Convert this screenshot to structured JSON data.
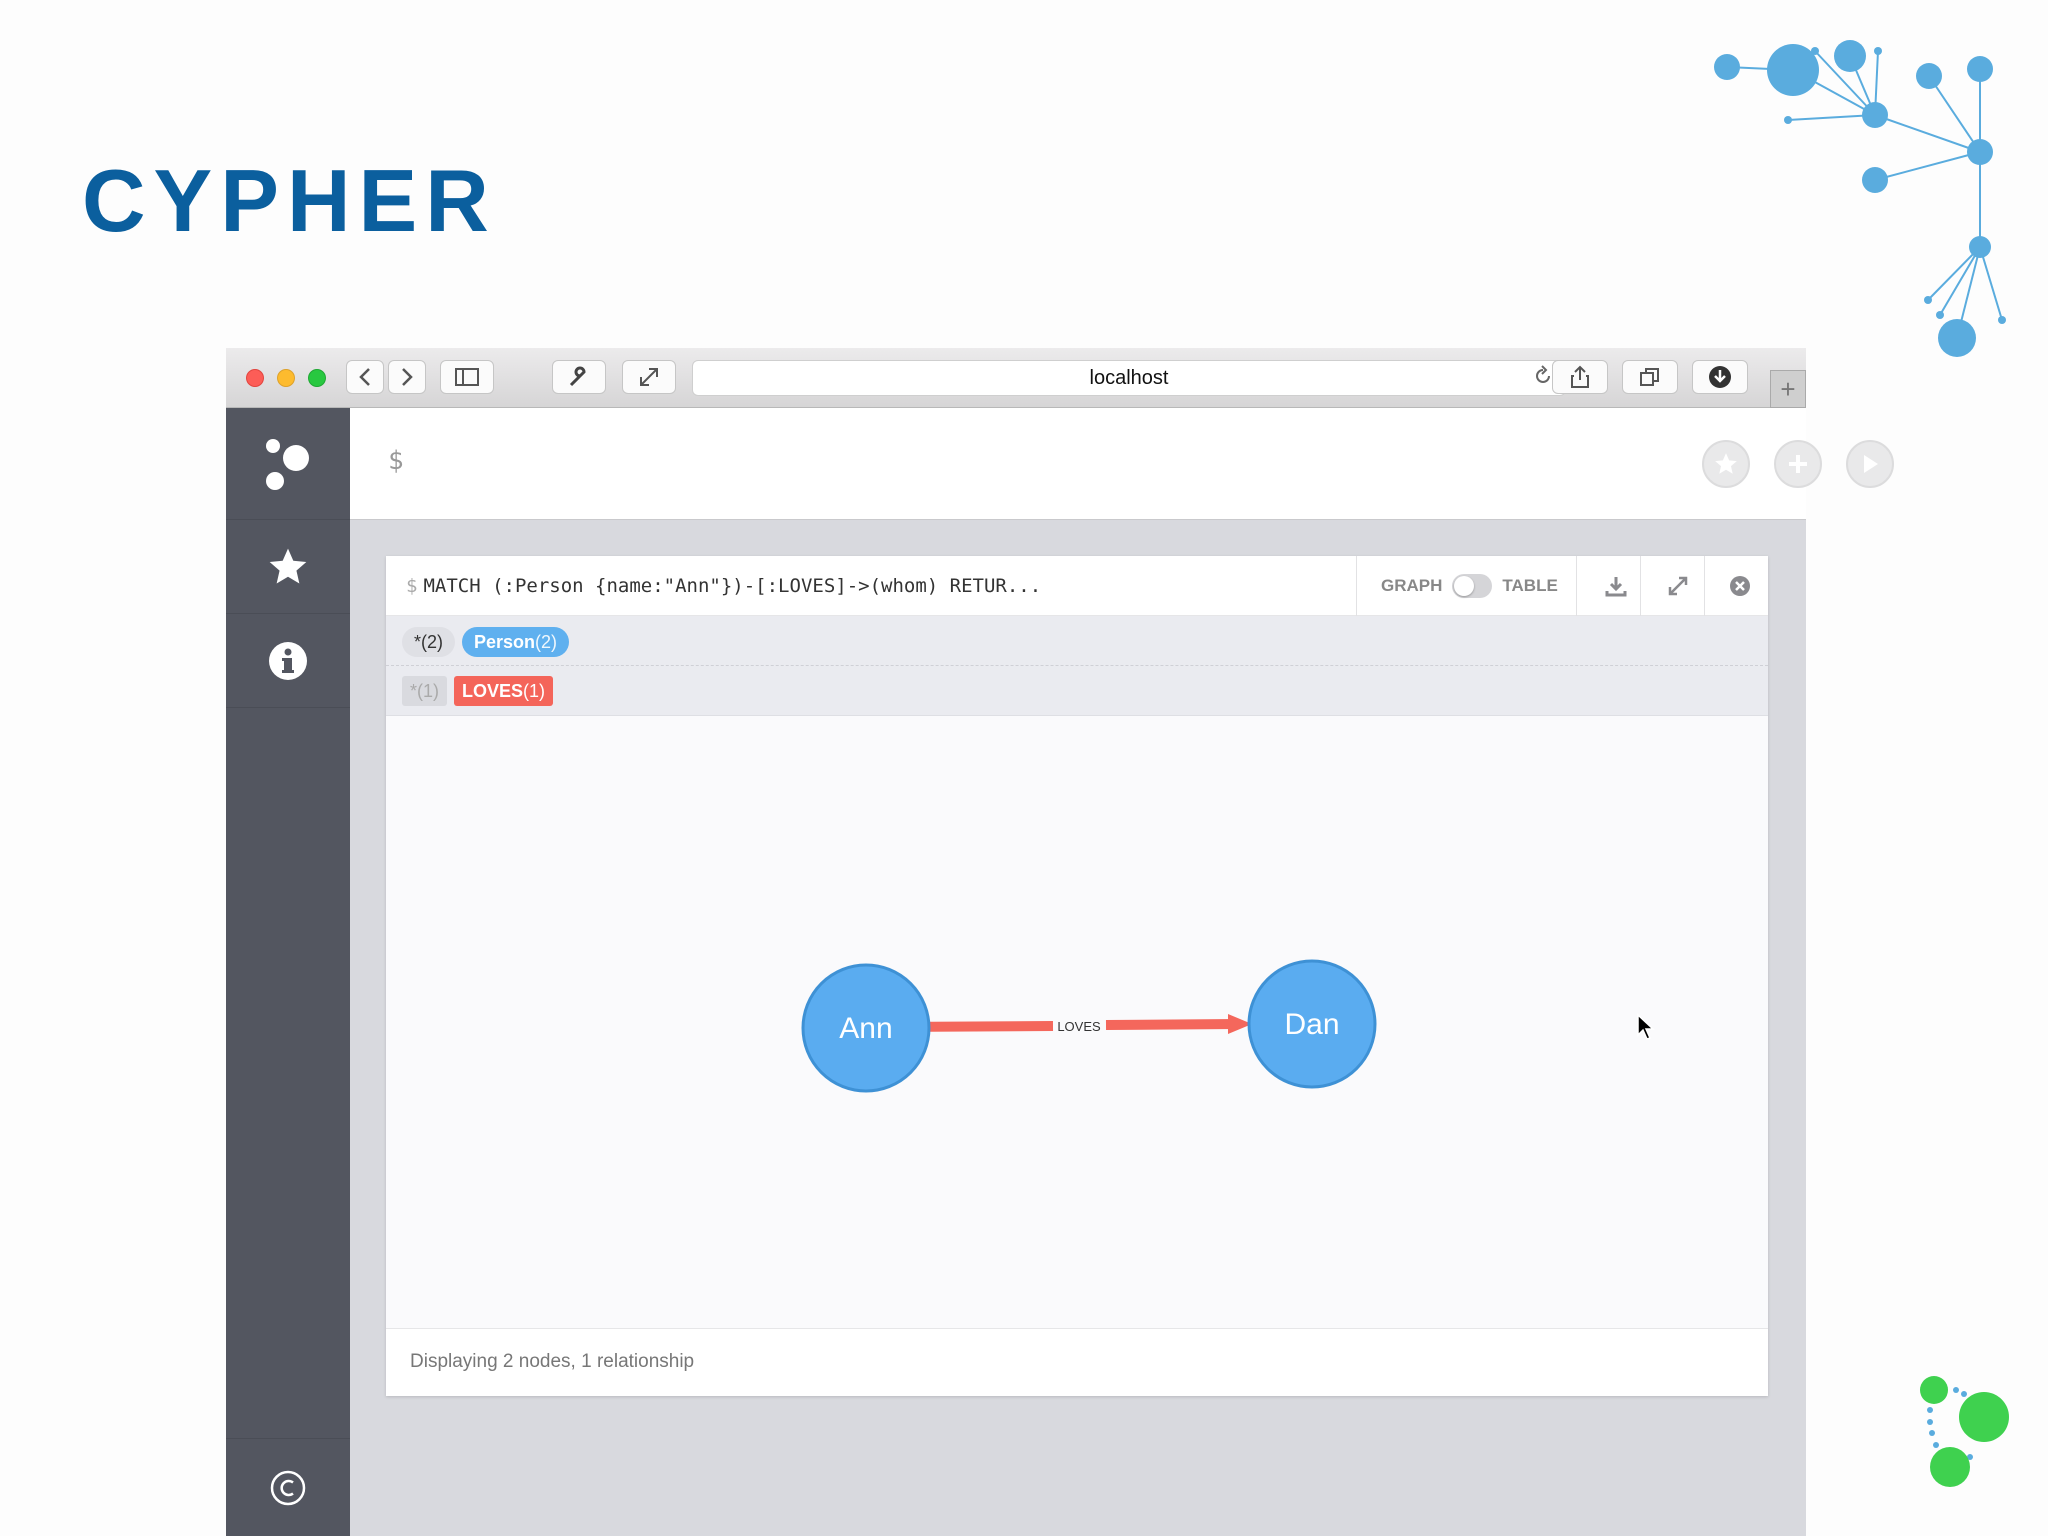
{
  "slide": {
    "title": "CYPHER"
  },
  "browser": {
    "url": "localhost"
  },
  "editor": {
    "prompt": "$"
  },
  "frame": {
    "query_prefix": "$",
    "query": "MATCH (:Person {name:\"Ann\"})-[:LOVES]->(whom) RETUR...",
    "view_graph_label": "GRAPH",
    "view_table_label": "TABLE",
    "legend": {
      "node_all_label": "*(2)",
      "node_label": "Person",
      "node_count": "(2)",
      "rel_all_label": "*(1)",
      "rel_label": "LOVES",
      "rel_count": "(1)"
    },
    "graph": {
      "nodes": [
        {
          "caption": "Ann",
          "color": "#5aacf0"
        },
        {
          "caption": "Dan",
          "color": "#5aacf0"
        }
      ],
      "relationship": {
        "type": "LOVES",
        "color": "#f4675c"
      }
    },
    "footer": "Displaying 2 nodes, 1 relationship"
  },
  "colors": {
    "title": "#0b5f9e",
    "sidebar": "#535660",
    "node": "#5aacf0",
    "relationship": "#f4675c",
    "deco_blue": "#5aacde",
    "deco_green": "#3fd14f"
  },
  "icons": {
    "sidebar": [
      "neo4j-logo-icon",
      "star-icon",
      "info-icon",
      "copyright-icon"
    ],
    "editor": [
      "favorite-icon",
      "plus-icon",
      "play-icon"
    ],
    "frame": [
      "download-icon",
      "expand-icon",
      "close-icon"
    ]
  }
}
